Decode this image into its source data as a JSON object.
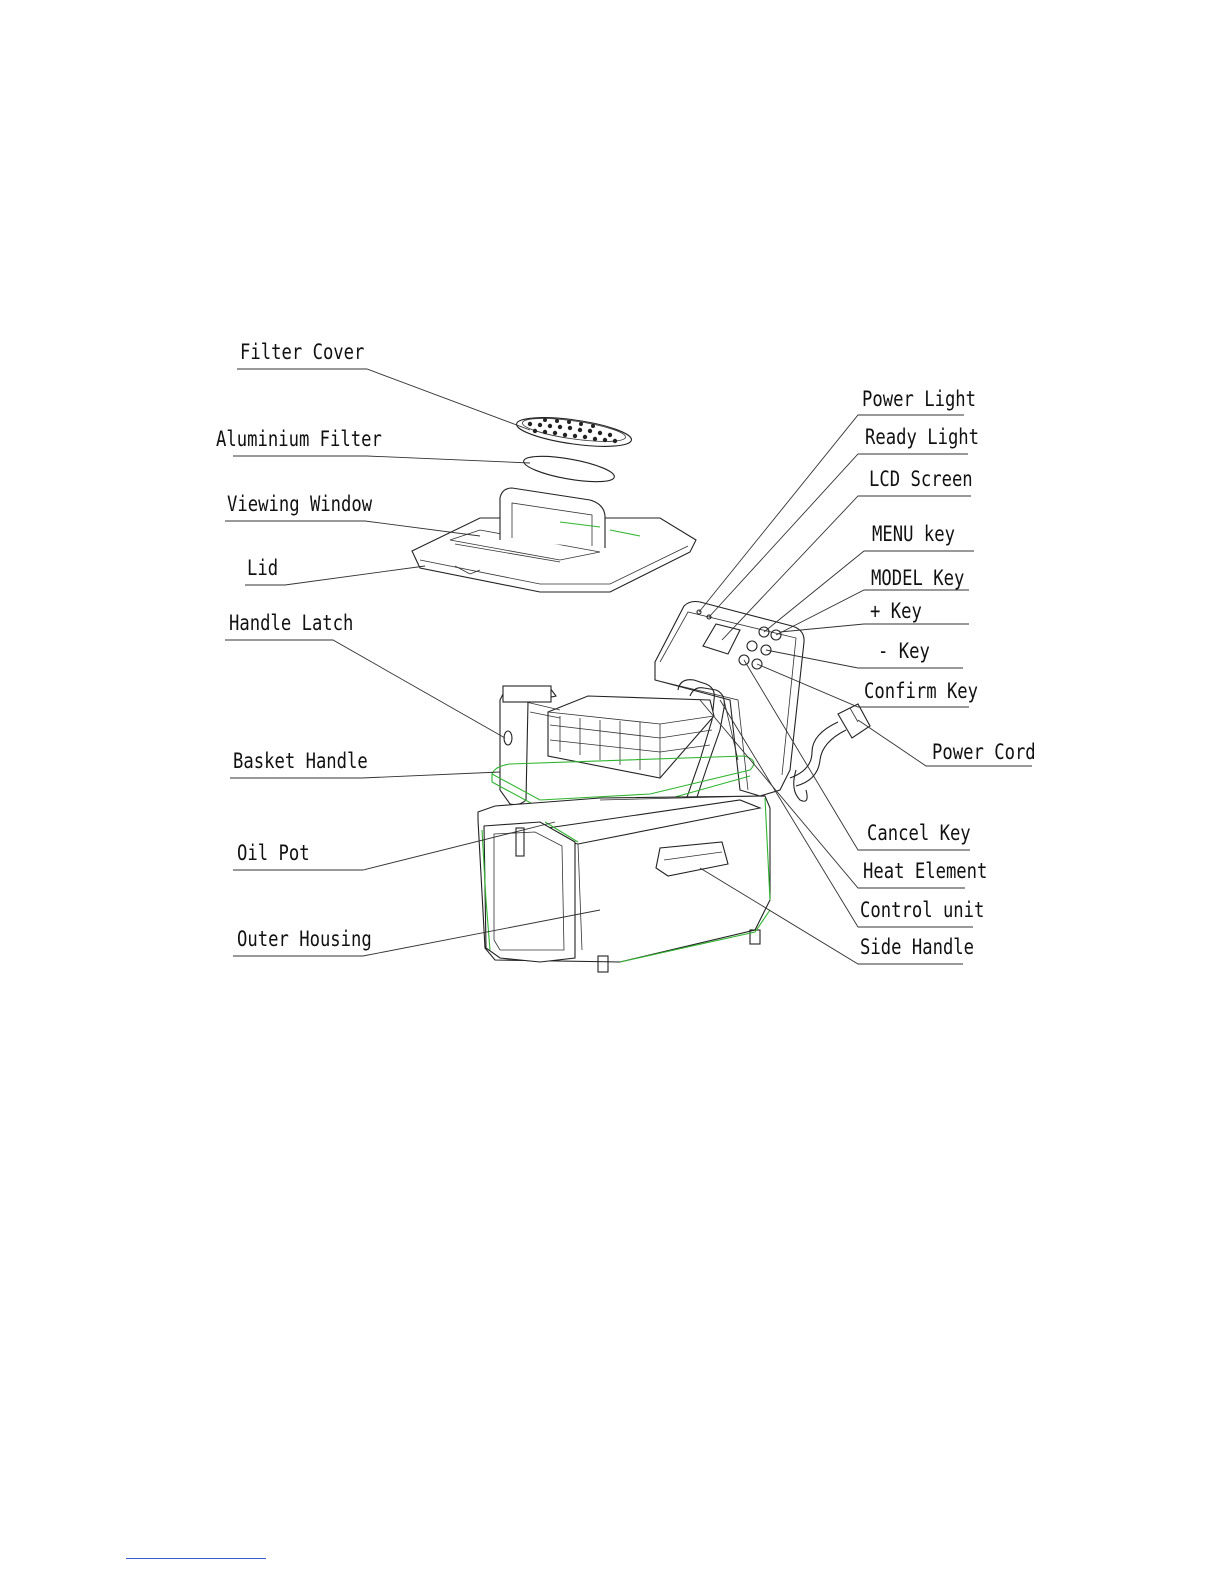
{
  "labels": {
    "filter_cover": "Filter Cover",
    "aluminium_filter": "Aluminium Filter",
    "viewing_window": "Viewing Window",
    "lid": "Lid",
    "handle_latch": "Handle Latch",
    "basket_handle": "Basket Handle",
    "oil_pot": "Oil Pot",
    "outer_housing": "Outer Housing",
    "power_light": "Power Light",
    "ready_light": "Ready Light",
    "lcd_screen": "LCD Screen",
    "menu_key": "MENU key",
    "model_key": "MODEL Key",
    "plus_key": "+ Key",
    "minus_key": "- Key",
    "confirm_key": "Confirm Key",
    "power_cord": "Power Cord",
    "cancel_key": "Cancel Key",
    "heat_element": "Heat Element",
    "control_unit": "Control unit",
    "side_handle": "Side Handle"
  },
  "colors": {
    "line": "#222222",
    "accent_green": "#2fb52f",
    "footer_rule": "#3b5bd6"
  }
}
